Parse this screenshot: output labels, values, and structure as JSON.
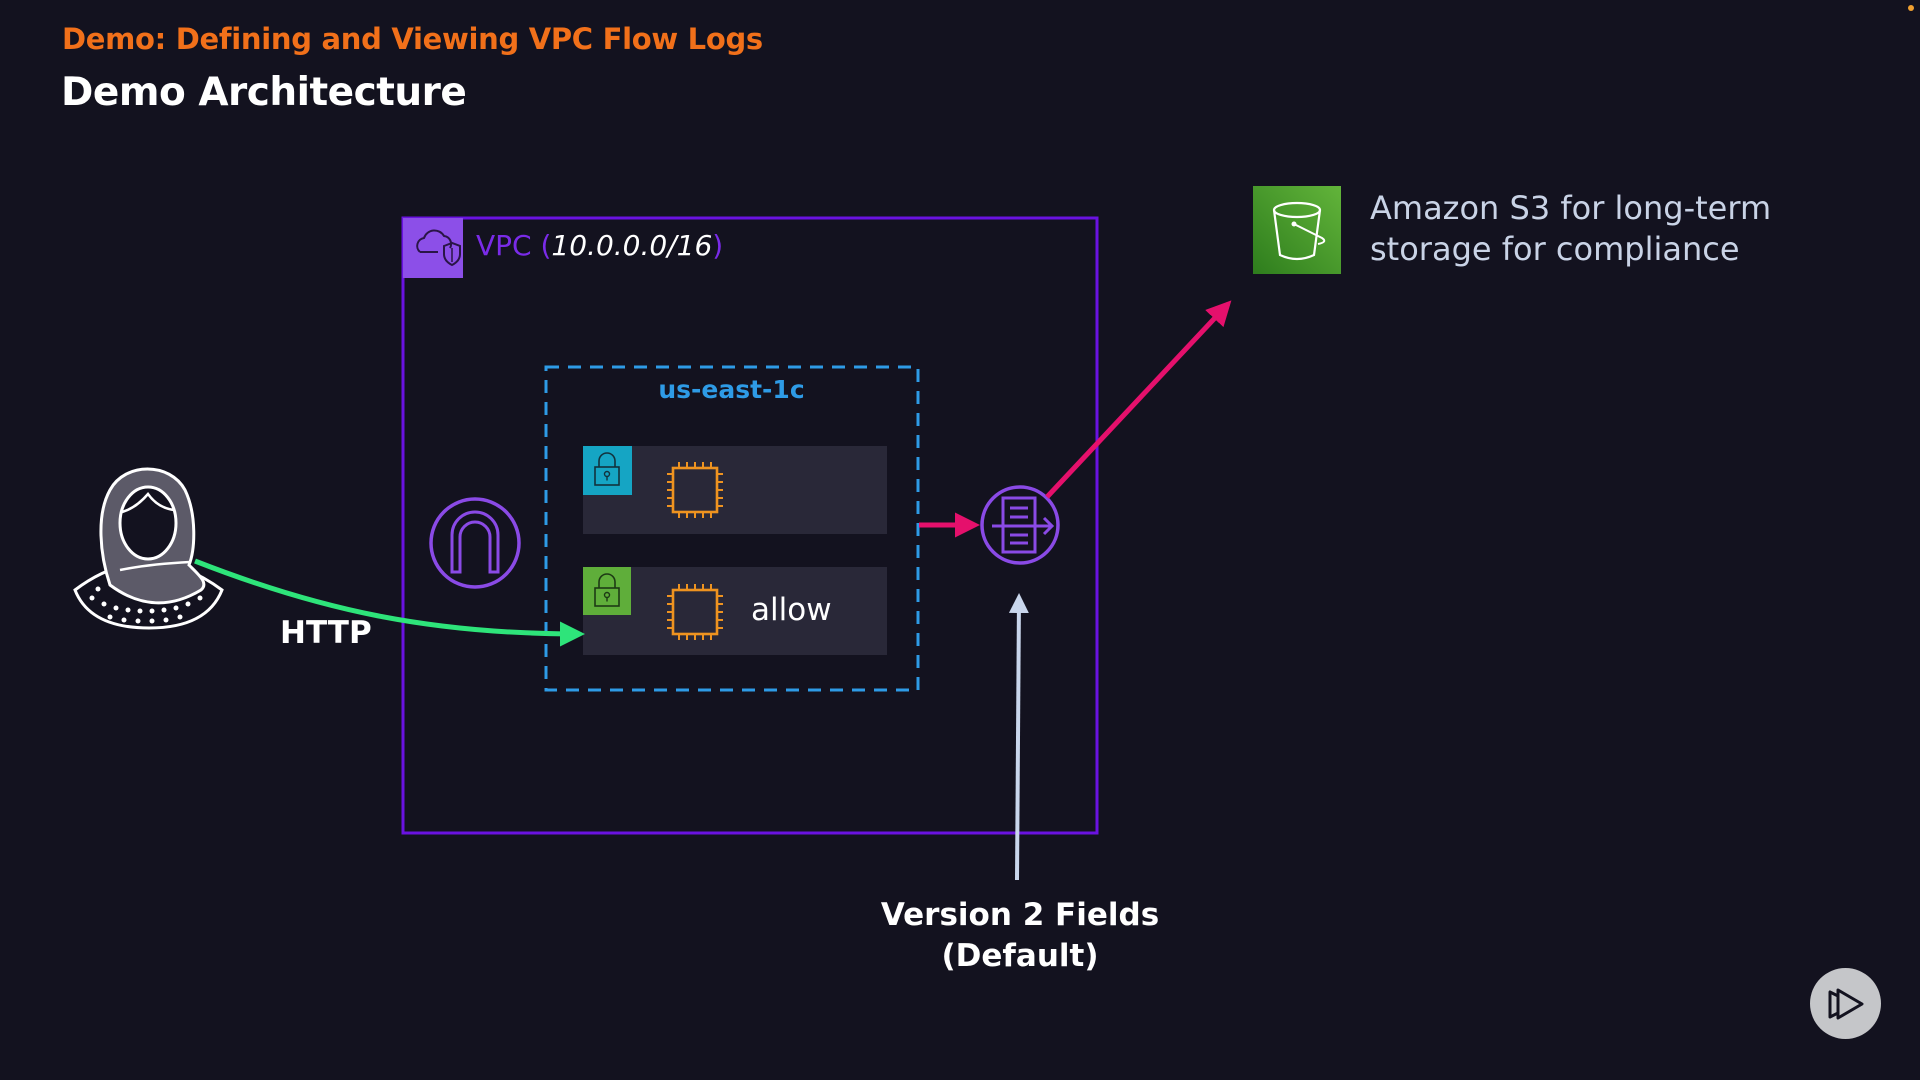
{
  "header": {
    "subtitle": "Demo: Defining and Viewing VPC Flow Logs",
    "title": "Demo Architecture"
  },
  "diagram": {
    "user": {
      "icon": "user-hijab-icon",
      "connection_label": "HTTP"
    },
    "vpc": {
      "icon": "vpc-cloud-shield-icon",
      "label_prefix": "VPC (",
      "cidr": "10.0.0.0/16",
      "label_suffix": ")"
    },
    "internet_gateway": {
      "icon": "internet-gateway-icon"
    },
    "availability_zone": {
      "label": "us-east-1c"
    },
    "subnets": [
      {
        "icon": "private-subnet-lock-icon",
        "instance_icon": "ec2-chip-icon",
        "label": ""
      },
      {
        "icon": "public-subnet-lock-icon",
        "instance_icon": "ec2-chip-icon",
        "label": "allow"
      }
    ],
    "flow_logs": {
      "icon": "flow-logs-icon"
    },
    "s3": {
      "icon": "s3-bucket-icon",
      "label_line1": "Amazon S3 for long-term",
      "label_line2": "storage for compliance"
    },
    "fields": {
      "label_line1": "Version 2 Fields",
      "label_line2": "(Default)"
    }
  },
  "colors": {
    "background": "#13121f",
    "accent_orange": "#f1701a",
    "vpc_purple": "#6a12e0",
    "az_blue": "#2e9be6",
    "private_subnet": "#15a5c4",
    "public_subnet": "#5fae3a",
    "ec2_orange": "#ee9320",
    "flow_pink": "#e5106c",
    "http_green": "#2ee47a",
    "s3_green": "#3d9a25"
  },
  "player": {
    "play_icon": "pluralsight-play-icon"
  }
}
